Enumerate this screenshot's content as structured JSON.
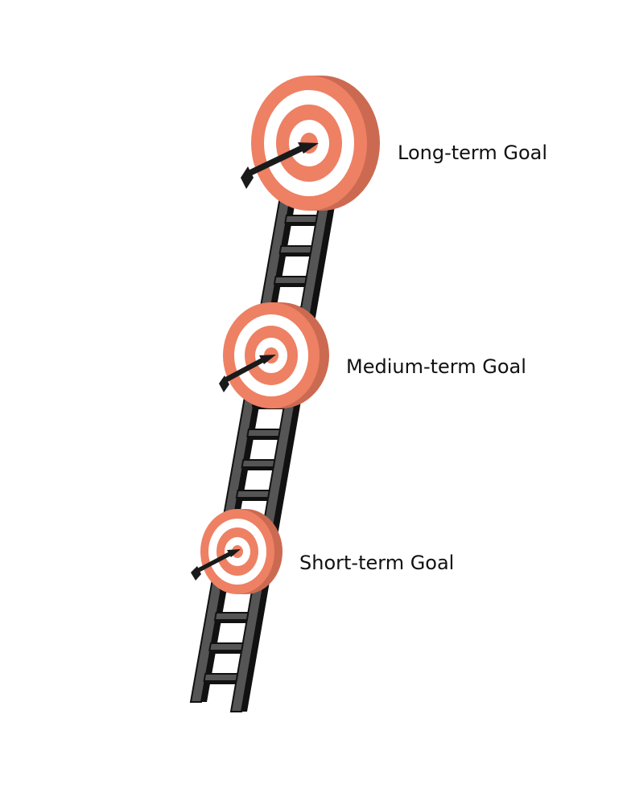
{
  "goals": [
    {
      "id": "long",
      "label": "Long-term Goal"
    },
    {
      "id": "medium",
      "label": "Medium-term Goal"
    },
    {
      "id": "short",
      "label": "Short-term Goal"
    }
  ],
  "icons": {
    "target": "target-icon",
    "arrow": "arrow-icon",
    "ladder": "ladder-icon"
  },
  "colors": {
    "target_ring": "#ee8064",
    "target_side": "#cc6a51",
    "target_white": "#ffffff",
    "ladder_face": "#555555",
    "ladder_dark": "#111111",
    "arrow": "#1a1a1a",
    "text": "#111111"
  }
}
